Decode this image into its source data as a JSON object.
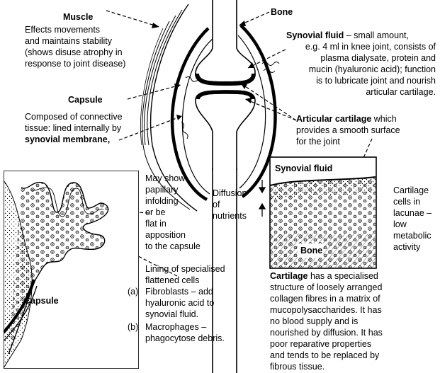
{
  "labels": {
    "muscle_title": "Muscle",
    "muscle_desc": [
      "Effects movements",
      "and maintains stability",
      "(shows disuse atrophy in",
      "response to joint disease)"
    ],
    "bone_top": "Bone",
    "synovial_fluid_title": "Synovial fluid",
    "synovial_fluid_desc_first": " – small amount,",
    "synovial_fluid_desc": [
      "e.g. 4 ml in knee joint, consists of",
      "plasma dialysate, protein and",
      "mucin (hyaluronic acid); function",
      "is to lubricate joint and nourish",
      "articular cartilage."
    ],
    "capsule_title": "Capsule",
    "capsule_desc": [
      "Composed of connective",
      "tissue: lined internally by"
    ],
    "synovial_membrane": "synovial membrane,",
    "articular_cartilage_title": "Articular cartilage",
    "articular_cartilage_desc_first": " which",
    "articular_cartilage_desc": [
      "provides a smooth surface",
      "for the joint"
    ],
    "papillary_desc": [
      "May show",
      "papillary",
      "infolding",
      "or be",
      "flat in",
      "apposition",
      "to the capsule"
    ],
    "inset_synovial_fluid": "Synovial fluid",
    "diffusion": [
      "Diffusion",
      "of",
      "nutrients"
    ],
    "cartilage_cells": [
      "Cartilage",
      "cells in",
      "lacunae –",
      "low",
      "metabolic",
      "activity"
    ],
    "inset_bone": "Bone",
    "lining_desc": [
      "Lining of specialised",
      "flattened cells"
    ],
    "fibroblasts_marker": "(a)",
    "fibroblasts": [
      "Fibroblasts – add",
      "hyaluronic acid to",
      "synovial fluid."
    ],
    "macrophages_marker": "(b)",
    "macrophages": [
      "Macrophages –",
      "phagocytose debris."
    ],
    "capsule_bottom": "Capsule",
    "cartilage_title": "Cartilage",
    "cartilage_desc_first": " has a specialised",
    "cartilage_desc": [
      "structure of loosely arranged",
      "collagen fibres in a matrix of",
      "mucopolysaccharides. It has",
      "no blood supply and is",
      "nourished by diffusion. It has",
      "poor reparative properties",
      "and tends to be replaced by",
      "fibrous tissue."
    ]
  }
}
